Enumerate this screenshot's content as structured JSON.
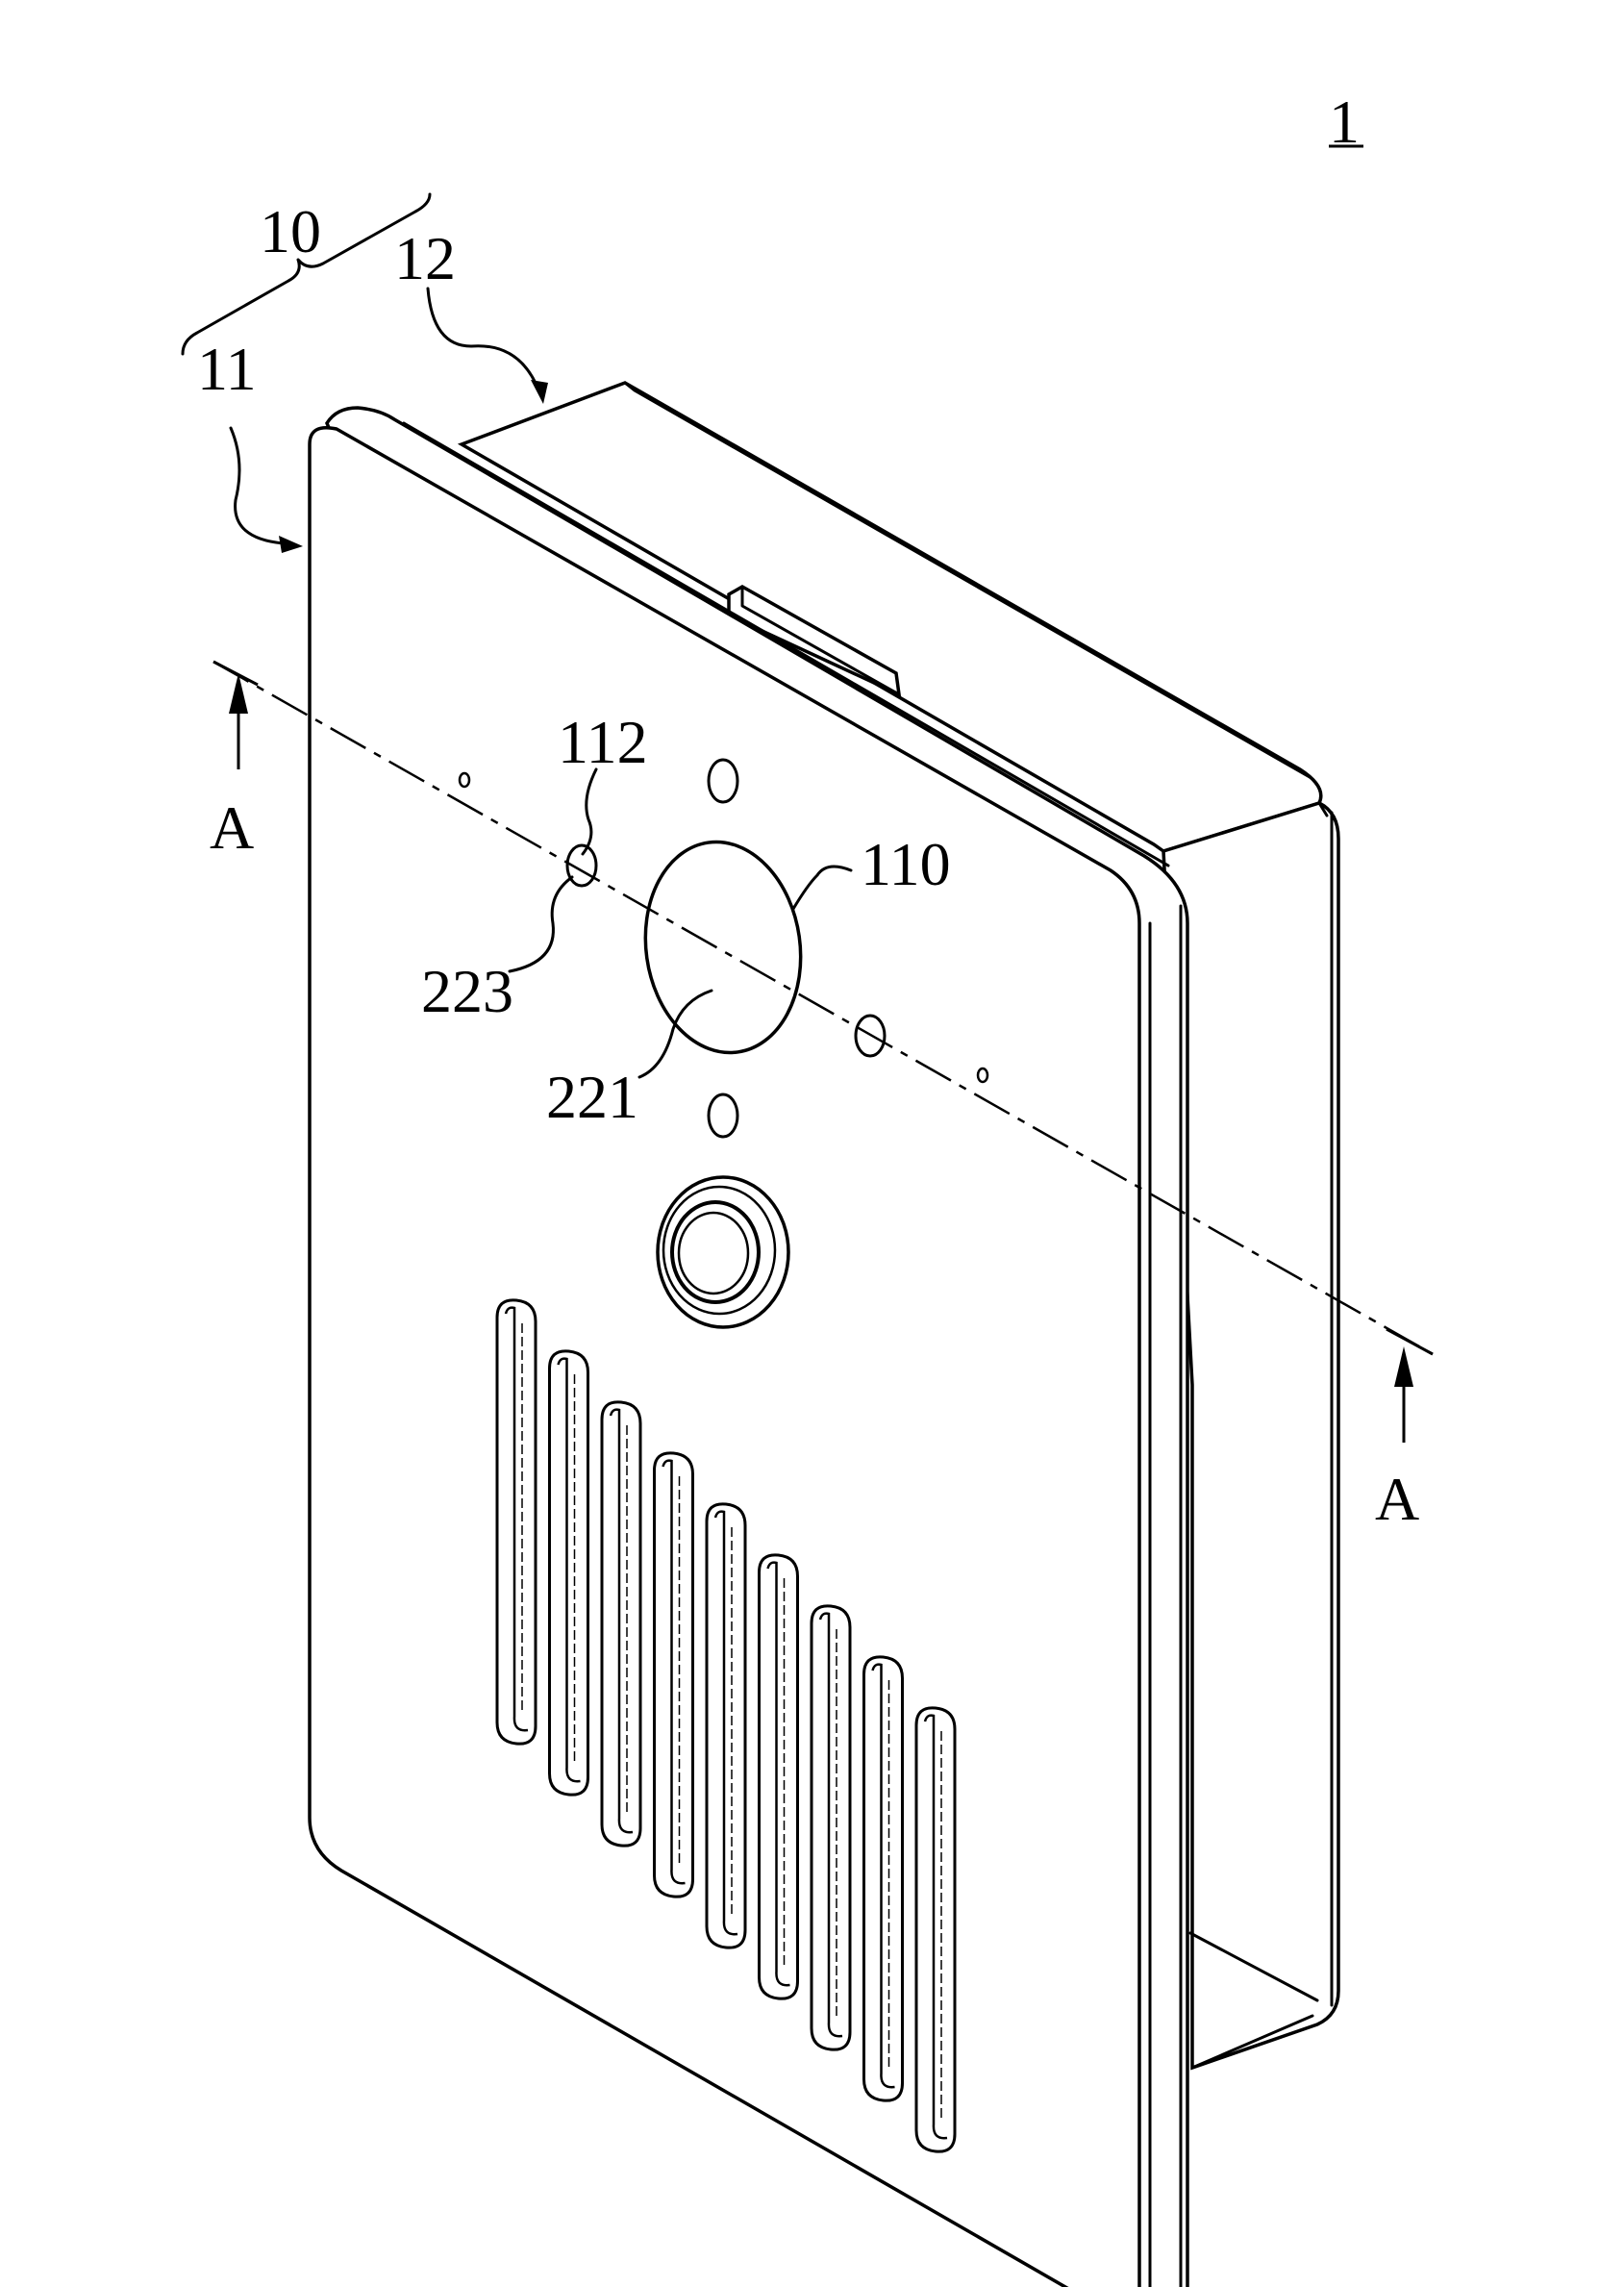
{
  "figure": {
    "figure_number": "1",
    "section_marker": "A",
    "reference_labels": {
      "assembly": "10",
      "front_cover": "11",
      "rear_housing": "12",
      "hole": "112",
      "window": "110",
      "sensor_surface": "221",
      "pin": "223"
    }
  }
}
